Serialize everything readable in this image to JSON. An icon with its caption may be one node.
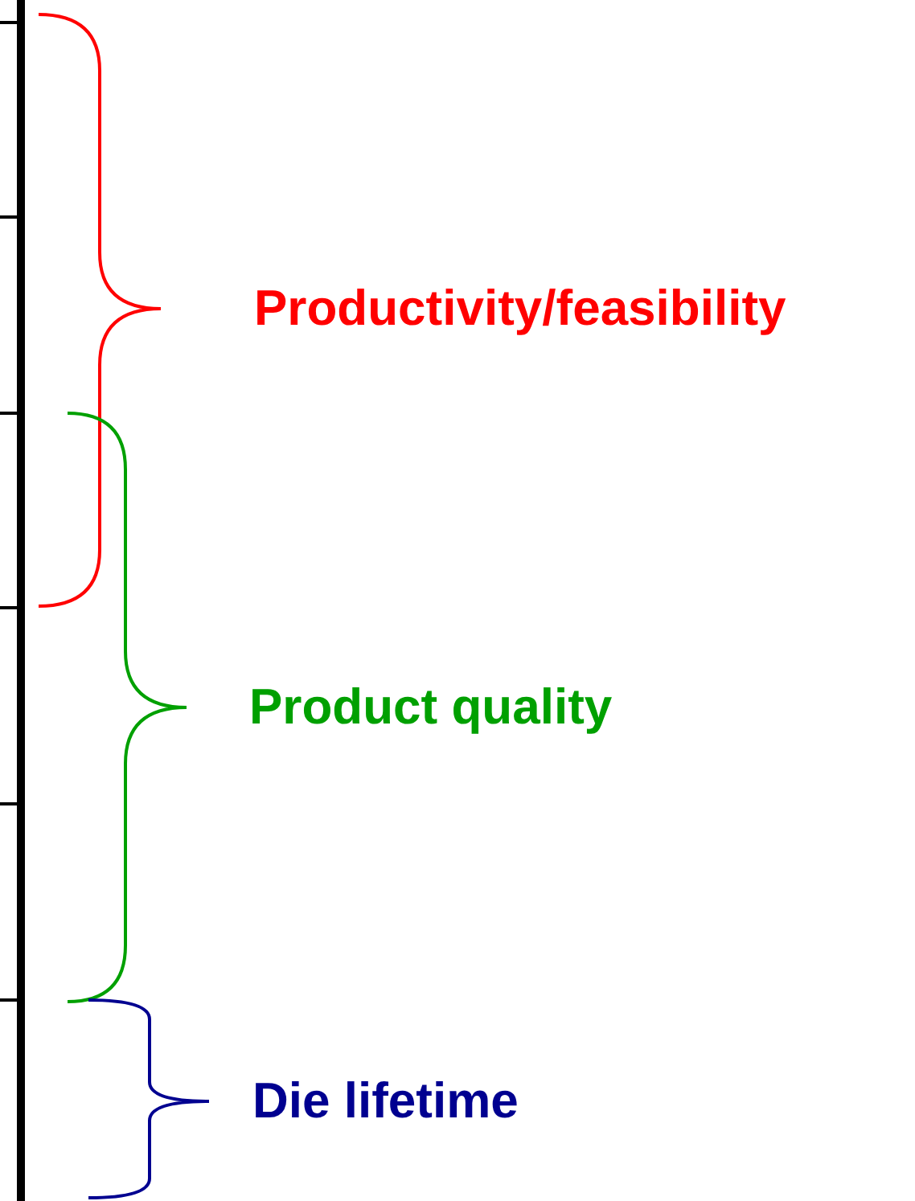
{
  "diagram": {
    "labels": [
      "Productivity/feasibility",
      "Product quality",
      "Die lifetime"
    ]
  }
}
